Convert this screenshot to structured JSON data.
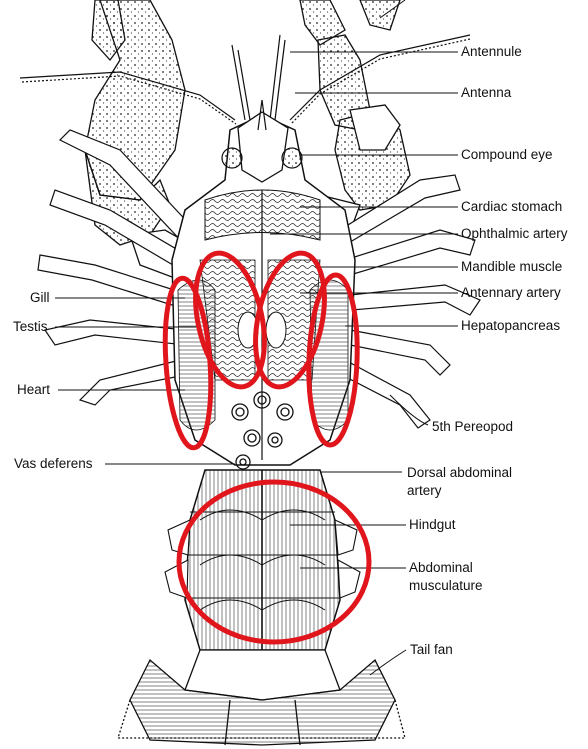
{
  "figure": {
    "highlight_color": "#e0161c",
    "line_color": "#111111",
    "labels_right": [
      "Antennule",
      "Antenna",
      "Compound eye",
      "Cardiac stomach",
      "Ophthalmic artery",
      "Mandible muscle",
      "Antennary artery",
      "Hepatopancreas",
      "5th Pereopod",
      "Dorsal abdominal artery",
      "Hindgut",
      "Abdominal musculature",
      "Tail fan"
    ],
    "labels_left": [
      "Gill",
      "Testis",
      "Heart",
      "Vas deferens"
    ]
  }
}
